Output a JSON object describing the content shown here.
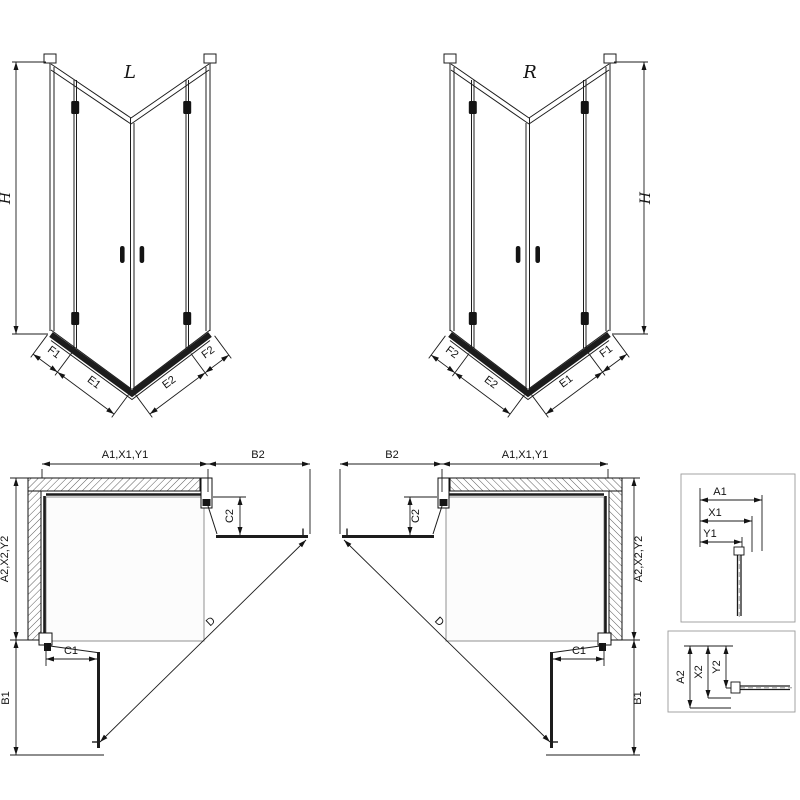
{
  "iso_l": {
    "title": "L",
    "h_label": "H",
    "f1": "F1",
    "e1": "E1",
    "e2": "E2",
    "f2": "F2"
  },
  "iso_r": {
    "title": "R",
    "h_label": "H",
    "f1": "F1",
    "e1": "E1",
    "e2": "E2",
    "f2": "F2"
  },
  "plan_l": {
    "top_left": "A1,X1,Y1",
    "top_right": "B2",
    "c2": "C2",
    "side": "A2,X2,Y2",
    "c1": "C1",
    "b1": "B1",
    "d": "D"
  },
  "plan_r": {
    "top_left": "B2",
    "top_right": "A1,X1,Y1",
    "c2": "C2",
    "side": "A2,X2,Y2",
    "c1": "C1",
    "b1": "B1",
    "d": "D"
  },
  "detail_top": {
    "a1": "A1",
    "x1": "X1",
    "y1": "Y1"
  },
  "detail_bottom": {
    "a2": "A2",
    "x2": "X2",
    "y2": "Y2"
  }
}
